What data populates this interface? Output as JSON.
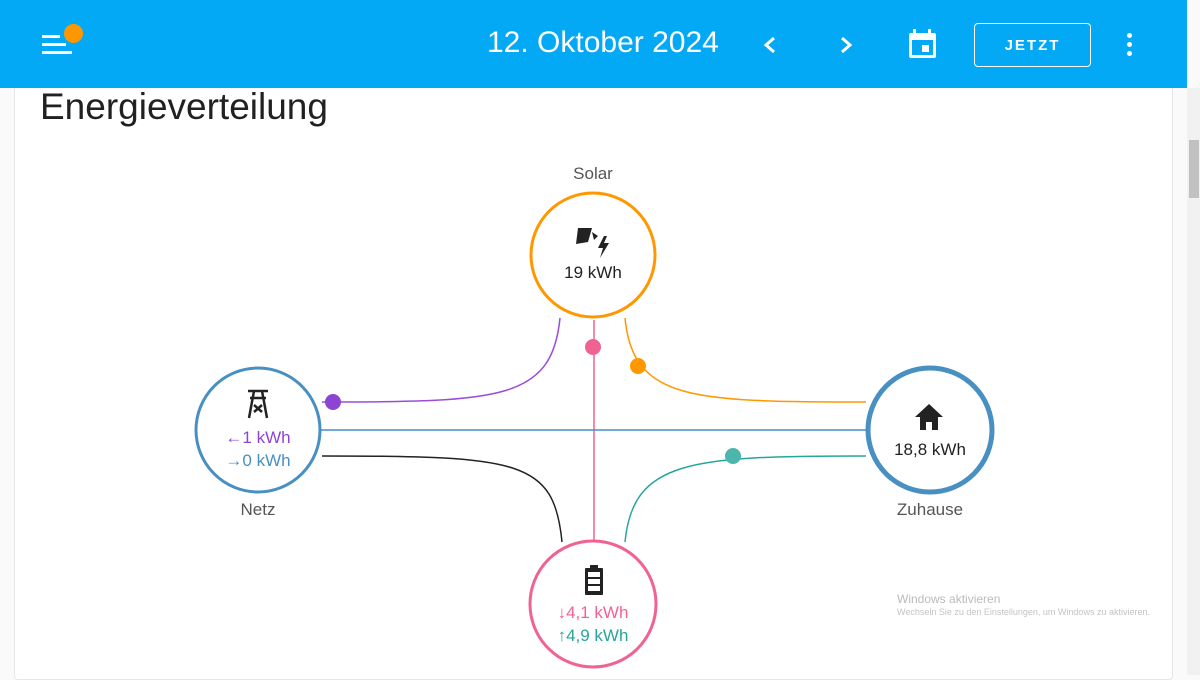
{
  "header": {
    "date": "12. Oktober 2024",
    "today_button": "JETZT"
  },
  "card": {
    "title": "Energieverteilung"
  },
  "nodes": {
    "solar": {
      "label": "Solar",
      "value": "19 kWh",
      "color": "#ff9800"
    },
    "grid": {
      "label": "Netz",
      "import": "1 kWh",
      "export": "0 kWh",
      "import_arrow": "←",
      "export_arrow": "→",
      "color": "#488fc2"
    },
    "home": {
      "label": "Zuhause",
      "value": "18,8 kWh",
      "color": "#488fc2"
    },
    "battery": {
      "in": "4,1 kWh",
      "out": "4,9 kWh",
      "in_arrow": "↓",
      "out_arrow": "↑",
      "color": "#f06292"
    }
  },
  "watermark": {
    "title": "Windows aktivieren",
    "subtitle": "Wechseln Sie zu den Einstellungen, um Windows zu aktivieren."
  }
}
